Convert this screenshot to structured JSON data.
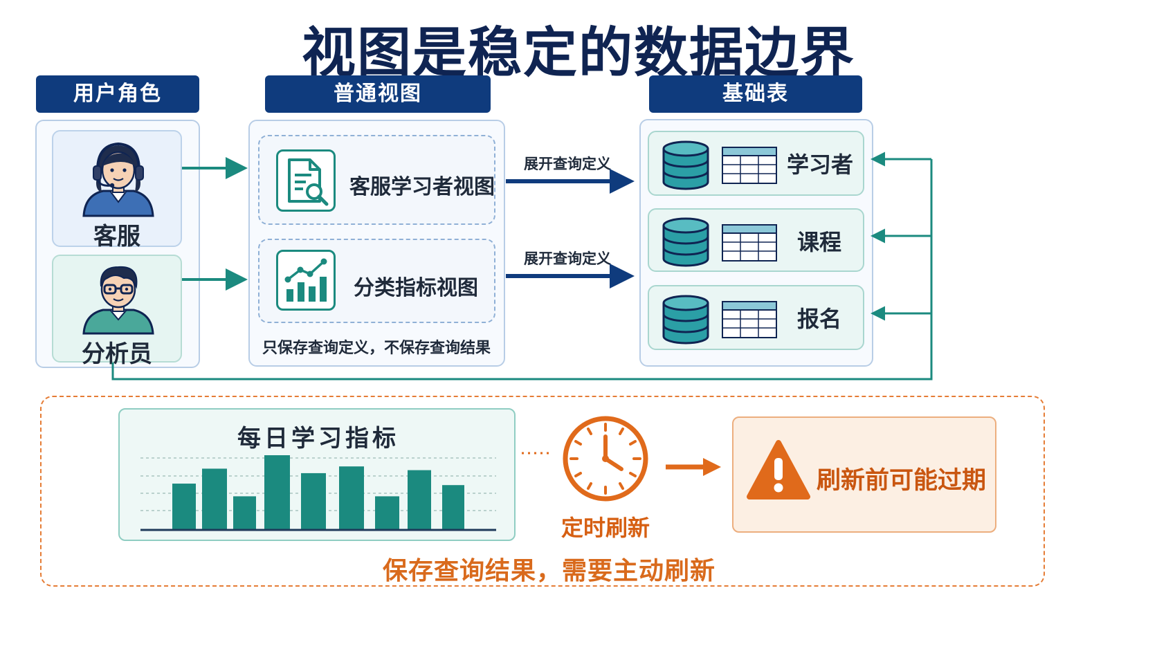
{
  "title": "视图是稳定的数据边界",
  "headers": {
    "roles": "用户角色",
    "views": "普通视图",
    "tables": "基础表"
  },
  "roles": [
    {
      "label": "客服",
      "icon": "customer-service-agent-icon"
    },
    {
      "label": "分析员",
      "icon": "analyst-icon"
    }
  ],
  "views": [
    {
      "label": "客服学习者视图",
      "icon": "document-search-icon"
    },
    {
      "label": "分类指标视图",
      "icon": "bar-chart-trend-icon"
    }
  ],
  "views_note": "只保存查询定义，不保存查询结果",
  "expand_labels": [
    "展开查询定义",
    "展开查询定义"
  ],
  "tables": [
    {
      "label": "学习者",
      "icon": "database-icon"
    },
    {
      "label": "课程",
      "icon": "database-icon"
    },
    {
      "label": "报名",
      "icon": "database-icon"
    }
  ],
  "metrics": {
    "title": "每日学习指标",
    "bar_levels": [
      0.62,
      0.82,
      0.45,
      1.0,
      0.76,
      0.85,
      0.45,
      0.8,
      0.6
    ]
  },
  "refresh_label": "定时刷新",
  "warning_label": "刷新前可能过期",
  "bottom_note": "保存查询结果，需要主动刷新",
  "colors": {
    "navy": "#0f3b7d",
    "teal": "#1b8a7f",
    "orange": "#e06a1b"
  }
}
